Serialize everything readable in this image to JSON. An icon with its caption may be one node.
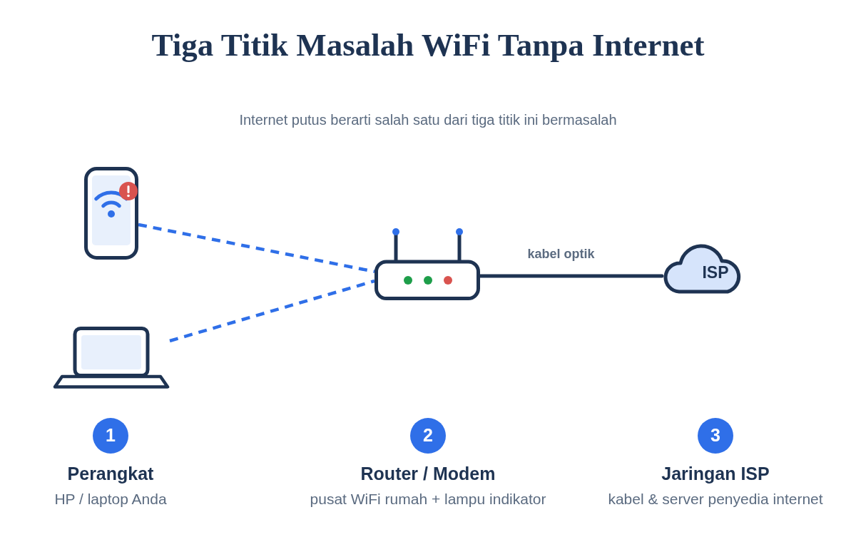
{
  "diagram": {
    "title": "Tiga Titik Masalah WiFi Tanpa Internet",
    "nodes": [
      {
        "text": [],
        "shape": "picture"
      },
      {
        "text": [],
        "shape": "picture"
      },
      {
        "text": [],
        "shape": "picture"
      },
      {
        "text": [
          "ISP"
        ]
      },
      {
        "text": [
          "1"
        ],
        "beside": [
          "Perangkat",
          "HP / laptop Anda"
        ]
      },
      {
        "text": [
          "2"
        ],
        "beside": [
          "Router / Modem",
          "pusat WiFi rumah + lampu indikator"
        ]
      },
      {
        "text": [
          "3"
        ],
        "beside": [
          "Jaringan ISP",
          "kabel & server penyedia internet"
        ]
      }
    ],
    "edges": [
      {
        "from": 0,
        "to": 2,
        "arrow": "none",
        "style": "dashed"
      },
      {
        "from": 1,
        "to": 2,
        "arrow": "none",
        "style": "dashed"
      },
      {
        "from": 2,
        "to": 3,
        "arrow": "none",
        "label": "kabel optik",
        "color": "#1e3352"
      }
    ],
    "labels": [
      "Internet putus berarti salah satu dari tiga titik ini bermasalah"
    ]
  }
}
